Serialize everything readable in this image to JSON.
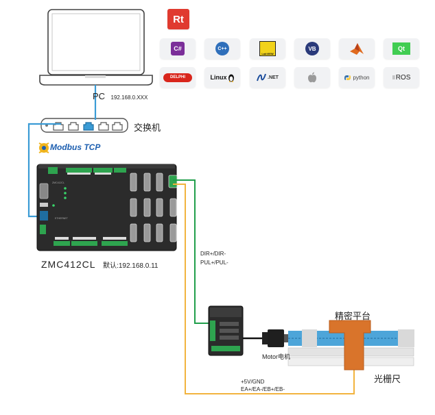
{
  "pc": {
    "label": "PC",
    "ip": "192.168.0.XXX"
  },
  "switch": {
    "label": "交换机"
  },
  "modbus": {
    "label": "Modbus TCP"
  },
  "controller": {
    "model": "ZMC412CL",
    "default_ip_label": "默认:",
    "default_ip": "192.168.0.11"
  },
  "signals": {
    "step_dir_line1": "DIR+/DIR-",
    "step_dir_line2": "PUL+/PUL-",
    "encoder_line1": "+5V/GND",
    "encoder_line2": "EA+/EA-/EB+/EB-"
  },
  "motor": {
    "label": "Motor电机"
  },
  "stage": {
    "label": "精密平台"
  },
  "scale": {
    "label": "光栅尺"
  },
  "software_icons": [
    {
      "name": "rt-logo-icon",
      "text": "Rt"
    },
    {
      "name": "csharp-icon",
      "text": "C#"
    },
    {
      "name": "cpp-icon",
      "text": "C++"
    },
    {
      "name": "labview-icon",
      "text": "LabVIEW"
    },
    {
      "name": "vb-icon",
      "text": "VB"
    },
    {
      "name": "matlab-icon",
      "text": ""
    },
    {
      "name": "qt-icon",
      "text": "Qt"
    },
    {
      "name": "delphi-icon",
      "text": "DELPHI"
    },
    {
      "name": "linux-icon",
      "text": "Linux"
    },
    {
      "name": "dotnet-icon",
      "text": ".NET"
    },
    {
      "name": "apple-icon",
      "text": ""
    },
    {
      "name": "python-icon",
      "text": "python"
    },
    {
      "name": "ros-icon",
      "text": "ROS"
    }
  ],
  "colors": {
    "ethernet": "#3a9bd5",
    "step_signal": "#1f9e4a",
    "encoder_signal": "#f2b33d",
    "controller_body": "#2b2b2b",
    "stage_slider": "#d9742b"
  }
}
